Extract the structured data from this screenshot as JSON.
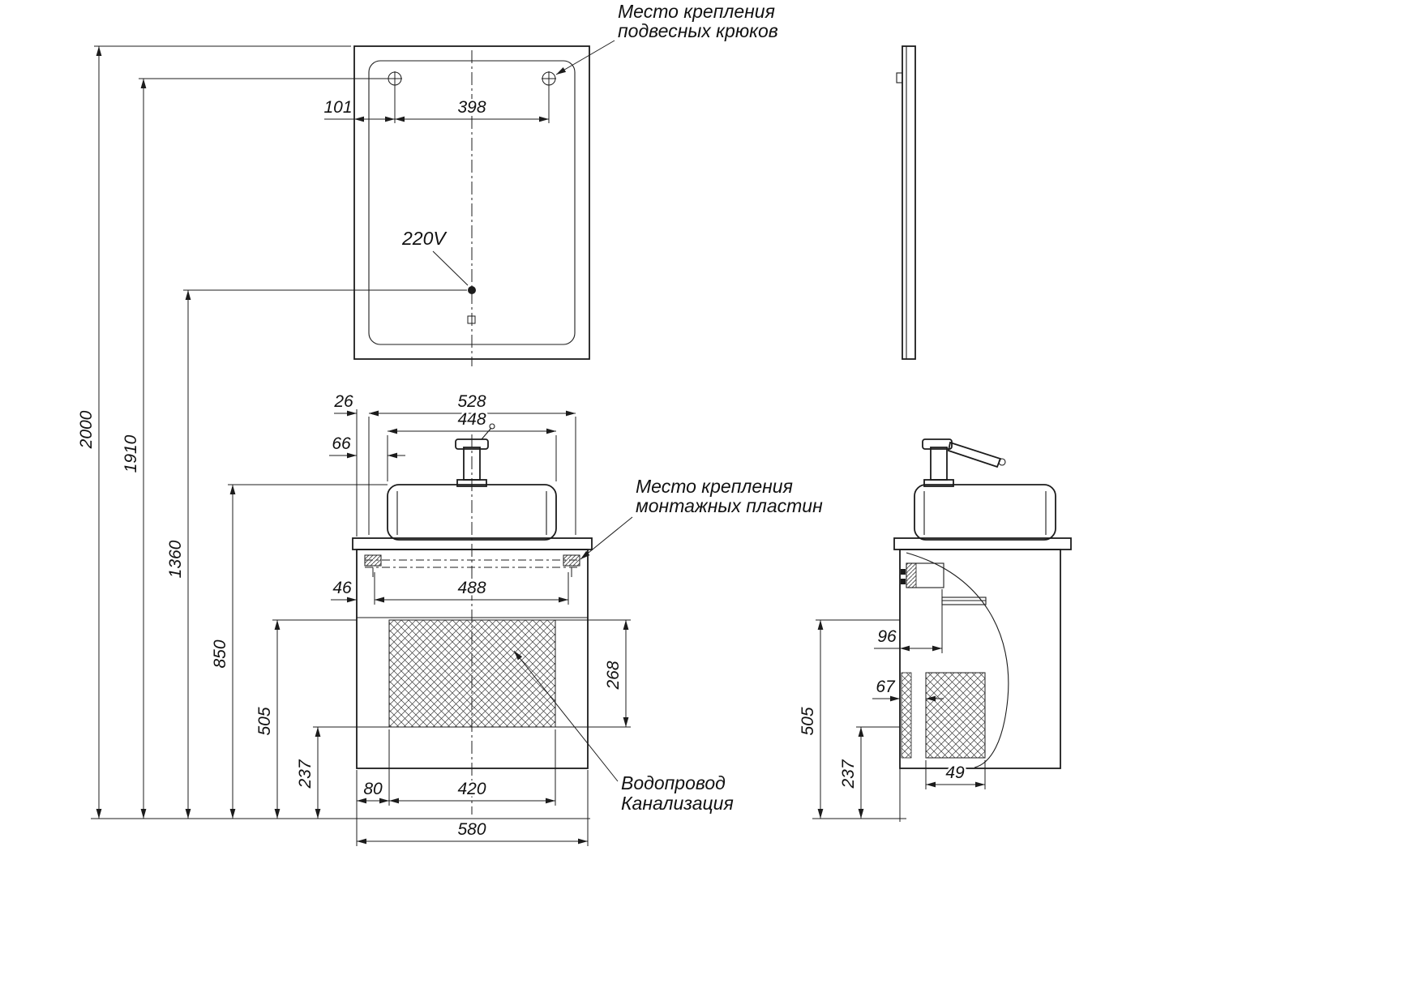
{
  "page": {
    "background": "#ffffff",
    "line_color": "#1c1c1c"
  },
  "annotations": {
    "hooks_label": [
      "Место крепления",
      "подвесных крюков"
    ],
    "voltage_label": "220V",
    "plates_label": [
      "Место крепления",
      "монтажных пластин"
    ],
    "plumbing_label": [
      "Водопровод",
      "Канализация"
    ]
  },
  "dimensions": {
    "front_mirror": {
      "hook_offset": "101",
      "hook_span": "398"
    },
    "heights": {
      "total": "2000",
      "hooks": "1910",
      "outlet": "1360",
      "sink_top": "850",
      "drawer_top": "505",
      "pipes": "237"
    },
    "front_cabinet": {
      "edge_offset": "26",
      "rail_span": "528",
      "sink_span": "448",
      "side_offset": "66",
      "plate_offset": "46",
      "plate_span": "488",
      "opening_height": "268",
      "opening_offset": "80",
      "opening_span": "420",
      "width": "580"
    },
    "side_cabinet": {
      "bracket_depth": "96",
      "opening_offset": "67",
      "drawer_top": "505",
      "pipes": "237",
      "opening_depth": "49"
    }
  }
}
